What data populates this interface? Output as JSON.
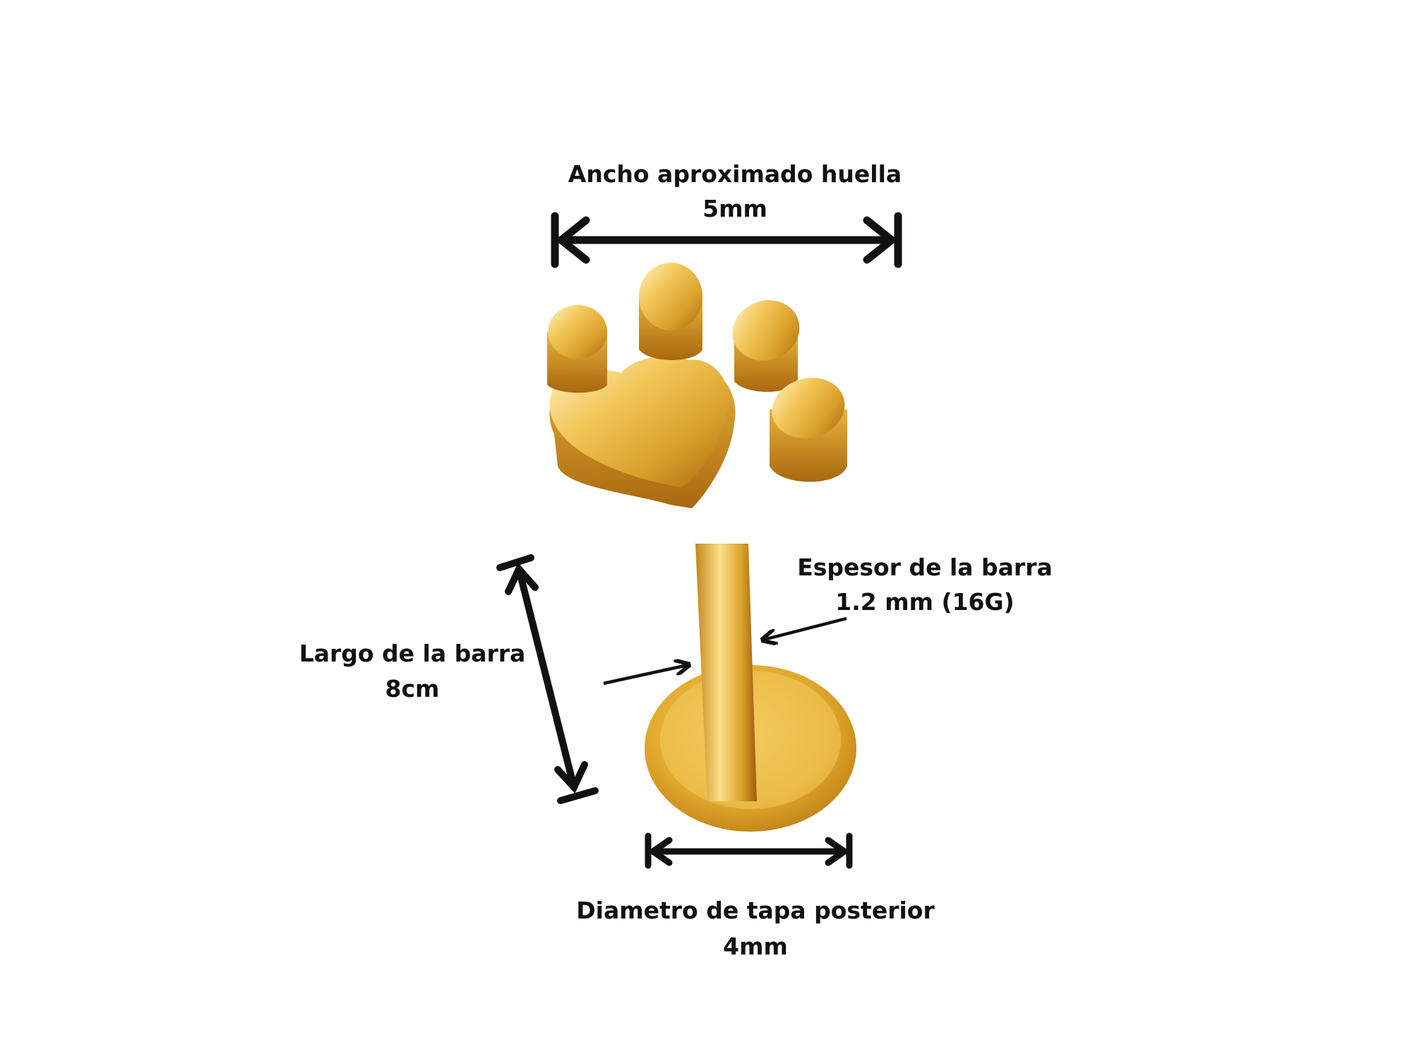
{
  "annotations": {
    "paw_width": {
      "label": "Ancho aproximado huella",
      "value": "5mm"
    },
    "bar_length": {
      "label": "Largo de la barra",
      "value": "8cm"
    },
    "bar_thickness": {
      "label": "Espesor de la barra",
      "value": "1.2 mm (16G)"
    },
    "back_disc_diameter": {
      "label": "Diametro de tapa posterior",
      "value": "4mm"
    }
  },
  "colors": {
    "arrow": "#111111",
    "gold_light": "#fde9a0",
    "gold_mid": "#e8b53a",
    "gold_dark": "#b7791a"
  },
  "product_icon": "paw-print-labret-piercing"
}
